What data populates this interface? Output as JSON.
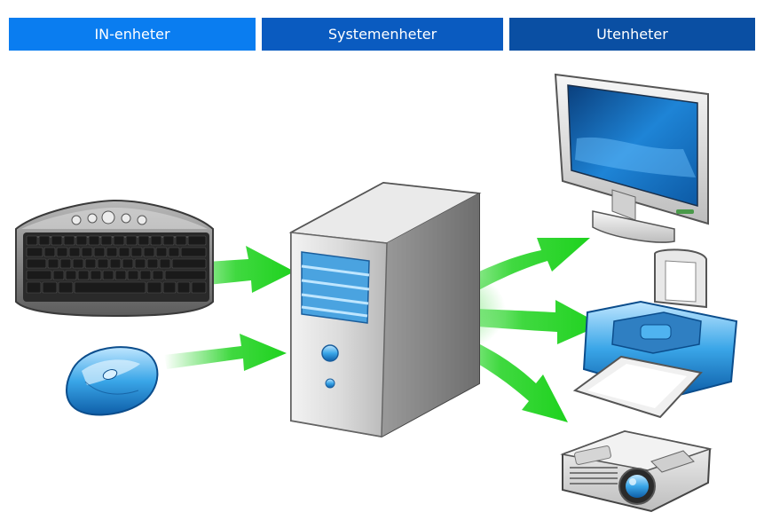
{
  "headers": {
    "input": "IN-enheter",
    "system": "Systemenheter",
    "output": "Utenheter"
  },
  "devices": {
    "input": [
      "keyboard-icon",
      "mouse-icon"
    ],
    "system": [
      "computer-tower-icon"
    ],
    "output": [
      "monitor-icon",
      "printer-icon",
      "projector-icon"
    ]
  },
  "colors": {
    "input_header": "#0a7df0",
    "system_header": "#0a5bc0",
    "output_header": "#0a4fa3",
    "arrow": "#1ed21e"
  }
}
